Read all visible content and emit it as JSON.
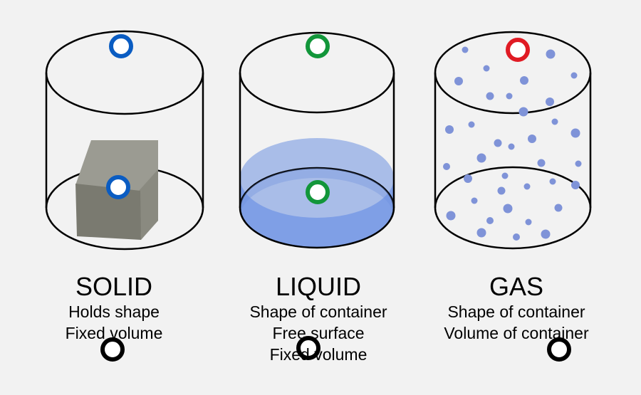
{
  "states": [
    {
      "title": "SOLID",
      "lines": [
        "Holds shape",
        "Fixed volume"
      ],
      "marker_top_color": "#0a5cc2",
      "marker_mid_color": "#0a5cc2",
      "marker_bottom_color": "#000000"
    },
    {
      "title": "LIQUID",
      "lines": [
        "Shape of container",
        "Free surface",
        "Fixed volume"
      ],
      "marker_top_color": "#12963a",
      "marker_mid_color": "#12963a",
      "marker_bottom_color": "#000000"
    },
    {
      "title": "GAS",
      "lines": [
        "Shape of container",
        "Volume of container"
      ],
      "marker_top_color": "#e01b24",
      "marker_bottom_color": "#000000"
    }
  ],
  "colors": {
    "background": "#f2f2f2",
    "outline": "#000000",
    "solid_block_front": "#7a7a70",
    "solid_block_top": "#9b9b92",
    "solid_block_side": "#8a8a80",
    "liquid_surface": "#a9bde8",
    "liquid_body": "#7f9fe6",
    "gas_particle": "#7f93d8"
  }
}
